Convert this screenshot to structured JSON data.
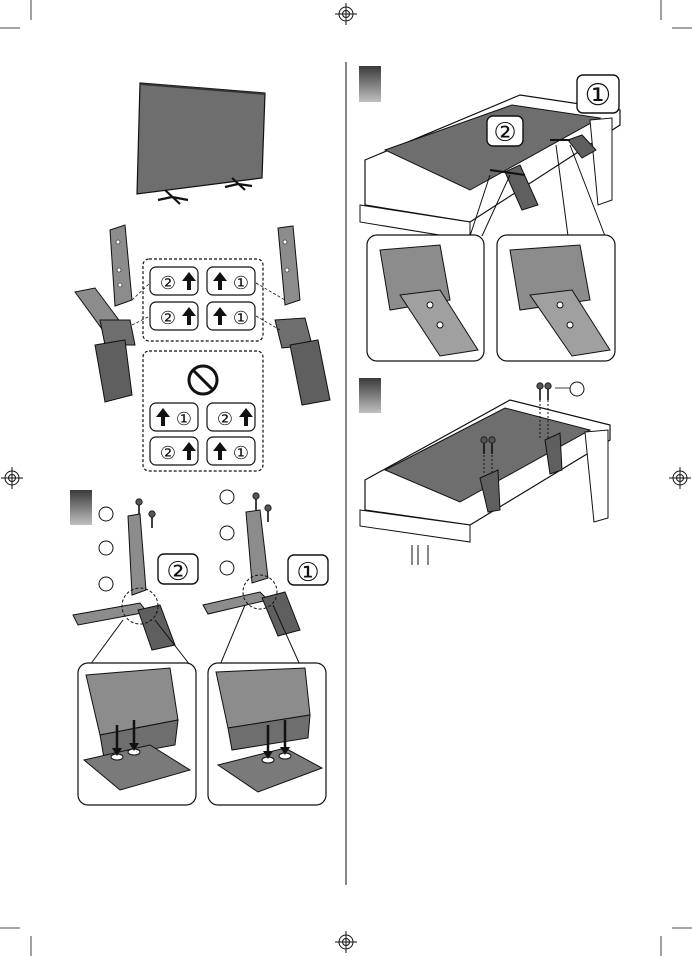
{
  "marks": {
    "num_2": "②",
    "num_1": "①",
    "big_2": "2",
    "big_1": "1"
  },
  "colors": {
    "line": "#1a1a1a",
    "tv_screen": "#6e6e6e",
    "part_fill": "#8c8c8c",
    "part_dark": "#5f5f5f",
    "step_tab_top": "#444444",
    "step_tab_bottom": "#b5b5b5",
    "background": "#ffffff"
  },
  "icons": {
    "arrow": "up-arrow-icon",
    "prohibited": "no-sign-icon",
    "registration": "crosshair-registration-mark-icon",
    "screw": "screw-icon"
  }
}
